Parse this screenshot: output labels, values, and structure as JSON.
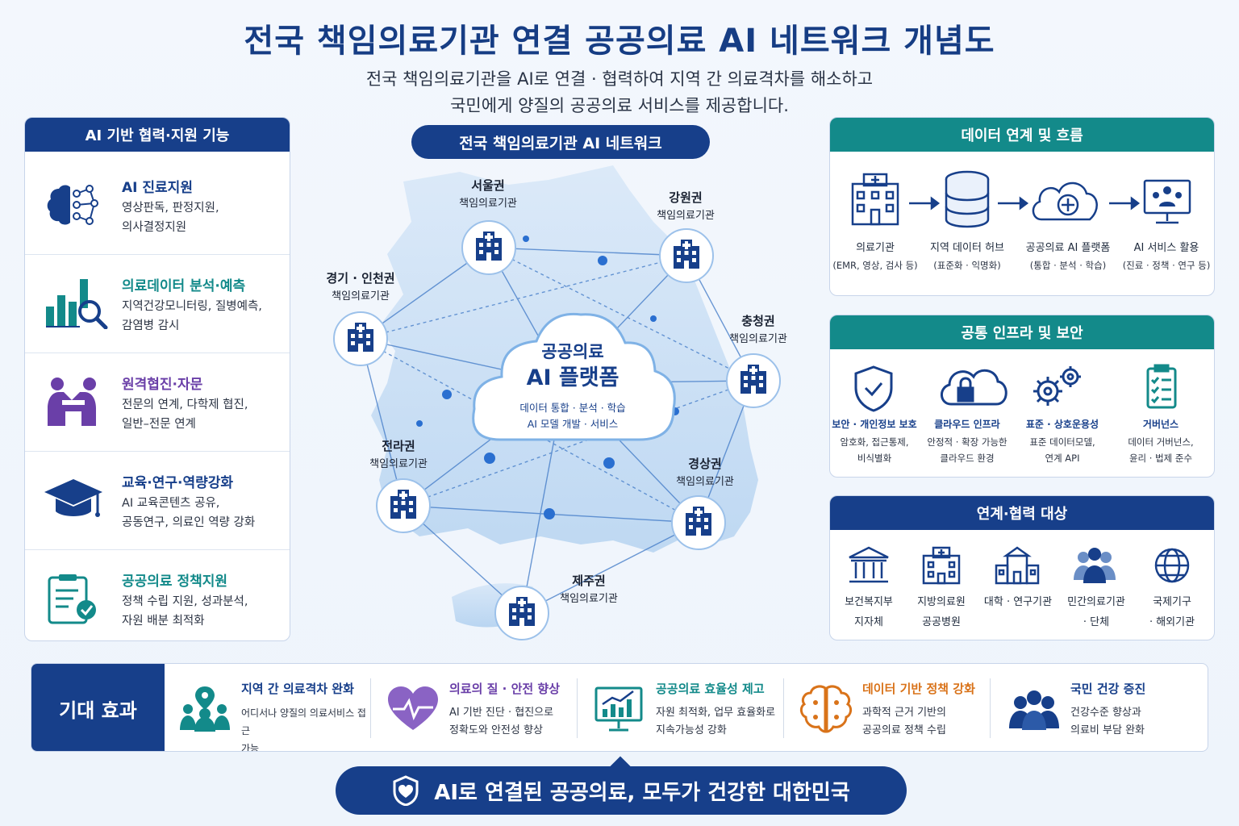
{
  "title": "전국 책임의료기관 연결 공공의료 AI 네트워크 개념도",
  "subtitle_line1": "전국 책임의료기관을 AI로 연결 · 협력하여 지역 간 의료격차를 해소하고",
  "subtitle_line2": "국민에게 양질의 공공의료 서비스를 제공합니다.",
  "left_panel": {
    "header": "AI 기반 협력·지원 기능",
    "items": [
      {
        "title": "AI 진료지원",
        "desc1": "영상판독, 판정지원,",
        "desc2": "의사결정지원",
        "color": "#173f8a",
        "icon": "brain-network-icon"
      },
      {
        "title": "의료데이터 분석·예측",
        "desc1": "지역건강모니터링, 질병예측,",
        "desc2": "감염병 감시",
        "color": "#138a8a",
        "icon": "bar-chart-magnifier-icon"
      },
      {
        "title": "원격협진·자문",
        "desc1": "전문의 연계, 다학제 협진,",
        "desc2": "일반–전문 연계",
        "color": "#6a3fa8",
        "icon": "people-meeting-icon"
      },
      {
        "title": "교육·연구·역량강화",
        "desc1": "AI 교육콘텐츠 공유,",
        "desc2": "공동연구, 의료인 역량 강화",
        "color": "#173f8a",
        "icon": "graduation-cap-icon"
      },
      {
        "title": "공공의료 정책지원",
        "desc1": "정책 수립 지원, 성과분석,",
        "desc2": "자원 배분 최적화",
        "color": "#138a8a",
        "icon": "clipboard-check-icon"
      }
    ]
  },
  "center": {
    "label": "전국 책임의료기관 AI 네트워크",
    "cloud_title1": "공공의료",
    "cloud_title2": "AI 플랫폼",
    "cloud_desc1": "데이터 통합 · 분석 · 학습",
    "cloud_desc2": "AI 모델 개발 · 서비스",
    "regions": [
      {
        "name": "서울권",
        "sub": "책임의료기관"
      },
      {
        "name": "강원권",
        "sub": "책임의료기관"
      },
      {
        "name": "경기 · 인천권",
        "sub": "책임의료기관"
      },
      {
        "name": "충청권",
        "sub": "책임의료기관"
      },
      {
        "name": "전라권",
        "sub": "책임의료기관"
      },
      {
        "name": "경상권",
        "sub": "책임의료기관"
      },
      {
        "name": "제주권",
        "sub": "책임의료기관"
      }
    ]
  },
  "data_flow": {
    "header": "데이터 연계 및 흐름",
    "steps": [
      {
        "label": "의료기관",
        "sub": "(EMR, 영상, 검사 등)",
        "icon": "hospital-icon"
      },
      {
        "label": "지역 데이터 허브",
        "sub": "(표준화 · 익명화)",
        "icon": "database-icon"
      },
      {
        "label": "공공의료 AI 플랫폼",
        "sub": "(통합 · 분석 · 학습)",
        "icon": "cloud-ai-icon"
      },
      {
        "label": "AI 서비스 활용",
        "sub": "(진료 · 정책 · 연구 등)",
        "icon": "monitor-users-icon"
      }
    ]
  },
  "infra": {
    "header": "공통 인프라 및 보안",
    "items": [
      {
        "title": "보안 · 개인정보 보호",
        "d1": "암호화, 접근통제,",
        "d2": "비식별화",
        "icon": "shield-check-icon"
      },
      {
        "title": "클라우드 인프라",
        "d1": "안정적 · 확장 가능한",
        "d2": "클라우드 환경",
        "icon": "cloud-lock-icon"
      },
      {
        "title": "표준 · 상호운용성",
        "d1": "표준 데이터모델,",
        "d2": "연계 API",
        "icon": "gears-icon"
      },
      {
        "title": "거버넌스",
        "d1": "데이터 거버넌스,",
        "d2": "윤리 · 법제 준수",
        "icon": "checklist-icon"
      }
    ]
  },
  "partners": {
    "header": "연계·협력 대상",
    "items": [
      {
        "l1": "보건복지부",
        "l2": "지자체",
        "icon": "government-building-icon"
      },
      {
        "l1": "지방의료원",
        "l2": "공공병원",
        "icon": "hospital-building-icon"
      },
      {
        "l1": "대학 · 연구기관",
        "l2": "",
        "icon": "university-icon"
      },
      {
        "l1": "민간의료기관",
        "l2": "· 단체",
        "icon": "group-icon"
      },
      {
        "l1": "국제기구",
        "l2": "· 해외기관",
        "icon": "globe-icon"
      }
    ]
  },
  "effects": {
    "header": "기대 효과",
    "items": [
      {
        "title": "지역 간 의료격차 완화",
        "d1": "어디서나 양질의 의료서비스 접근",
        "d2": "가능",
        "color": "#173f8a",
        "icon": "community-pin-icon"
      },
      {
        "title": "의료의 질 · 안전 향상",
        "d1": "AI 기반 진단 · 협진으로",
        "d2": "정확도와 안전성 향상",
        "color": "#6a3fa8",
        "icon": "heart-pulse-icon"
      },
      {
        "title": "공공의료 효율성 제고",
        "d1": "자원 최적화, 업무 효율화로",
        "d2": "지속가능성 강화",
        "color": "#138a8a",
        "icon": "growth-monitor-icon"
      },
      {
        "title": "데이터 기반 정책 강화",
        "d1": "과학적 근거 기반의",
        "d2": "공공의료 정책 수립",
        "color": "#d9731a",
        "icon": "brain-circuit-icon"
      },
      {
        "title": "국민 건강 증진",
        "d1": "건강수준 향상과",
        "d2": "의료비 부담 완화",
        "color": "#173f8a",
        "icon": "people-icon"
      }
    ]
  },
  "footer": "AI로 연결된 공공의료, 모두가 건강한 대한민국"
}
